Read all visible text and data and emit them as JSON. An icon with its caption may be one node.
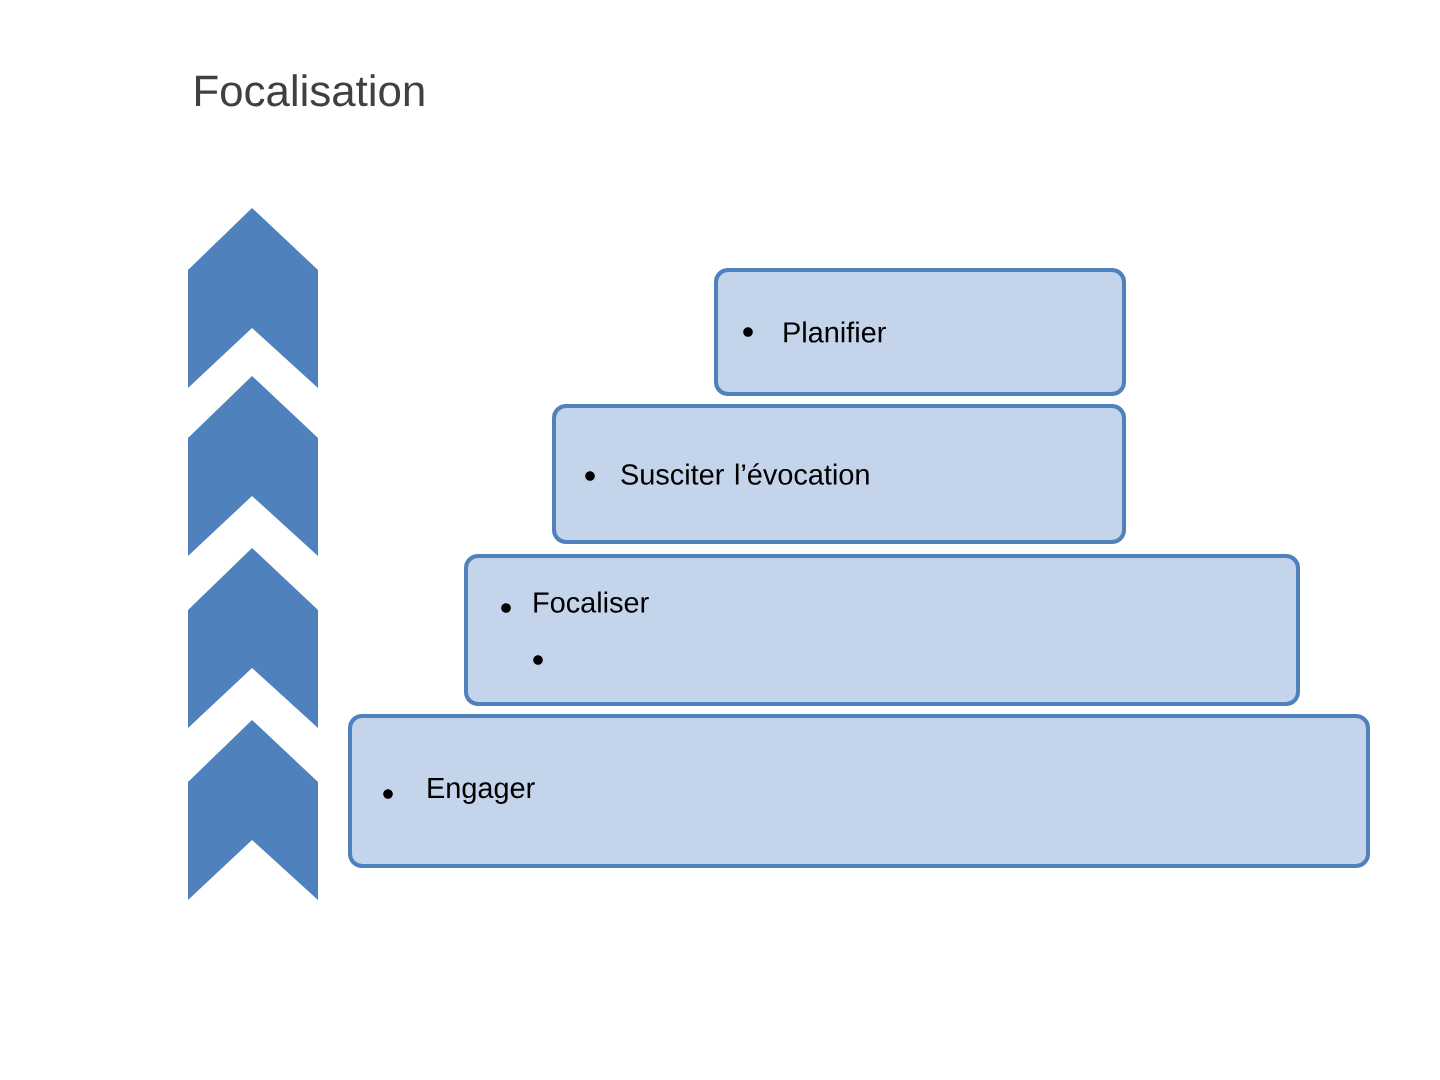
{
  "diagram": {
    "title": "Focalisation",
    "nodes": [
      {
        "text": [
          "Planifier"
        ]
      },
      {
        "text": [
          "Susciter l’évocation"
        ]
      },
      {
        "text": [
          "Focaliser"
        ]
      },
      {
        "text": [
          "Engager"
        ]
      }
    ]
  }
}
